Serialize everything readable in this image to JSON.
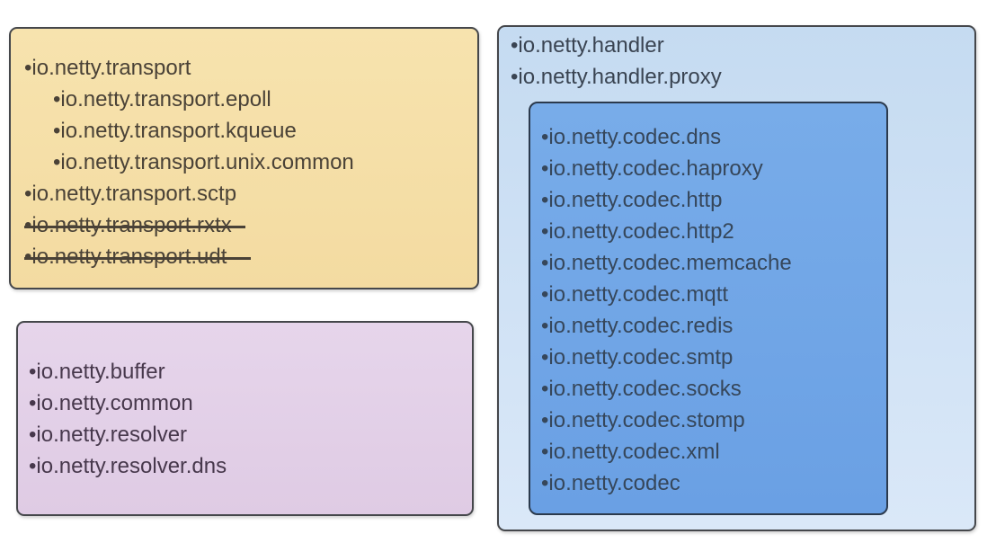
{
  "diagram": {
    "title": "netty-package-groups",
    "colors": {
      "page_background": "#FFFFFF",
      "transport_box_fill": "#F5DFA8",
      "transport_box_border": "#45474B",
      "transport_text": "#4A4237",
      "core_box_fill": "#E4D2E9",
      "core_box_border": "#45474B",
      "core_text": "#47384C",
      "handler_box_fill_top": "#C5DBF1",
      "handler_box_fill_bottom": "#DAE8F8",
      "handler_box_border": "#45474B",
      "handler_text": "#3A4452",
      "codec_box_fill_top": "#78ACE9",
      "codec_box_fill_bottom": "#6AA0E4",
      "codec_box_border": "#2B3A4D",
      "codec_text": "#36475B",
      "strikethrough_line": "#4A4237"
    },
    "boxes": {
      "transport": {
        "items": [
          {
            "text": "•io.netty.transport",
            "indent": 0,
            "struck": false
          },
          {
            "text": "•io.netty.transport.epoll",
            "indent": 1,
            "struck": false
          },
          {
            "text": "•io.netty.transport.kqueue",
            "indent": 1,
            "struck": false
          },
          {
            "text": "•io.netty.transport.unix.common",
            "indent": 1,
            "struck": false
          },
          {
            "text": "•io.netty.transport.sctp",
            "indent": 0,
            "struck": false
          },
          {
            "text": "•io.netty.transport.rxtx",
            "indent": 0,
            "struck": true
          },
          {
            "text": "•io.netty.transport.udt",
            "indent": 0,
            "struck": true
          }
        ]
      },
      "core": {
        "items": [
          {
            "text": "•io.netty.buffer"
          },
          {
            "text": "•io.netty.common"
          },
          {
            "text": "•io.netty.resolver"
          },
          {
            "text": "•io.netty.resolver.dns"
          }
        ]
      },
      "handler": {
        "items": [
          {
            "text": "•io.netty.handler"
          },
          {
            "text": "•io.netty.handler.proxy"
          }
        ]
      },
      "codec": {
        "items": [
          {
            "text": "•io.netty.codec.dns"
          },
          {
            "text": "•io.netty.codec.haproxy"
          },
          {
            "text": "•io.netty.codec.http"
          },
          {
            "text": "•io.netty.codec.http2"
          },
          {
            "text": "•io.netty.codec.memcache"
          },
          {
            "text": "•io.netty.codec.mqtt"
          },
          {
            "text": "•io.netty.codec.redis"
          },
          {
            "text": "•io.netty.codec.smtp"
          },
          {
            "text": "•io.netty.codec.socks"
          },
          {
            "text": "•io.netty.codec.stomp"
          },
          {
            "text": "•io.netty.codec.xml"
          },
          {
            "text": "•io.netty.codec"
          }
        ]
      }
    }
  }
}
